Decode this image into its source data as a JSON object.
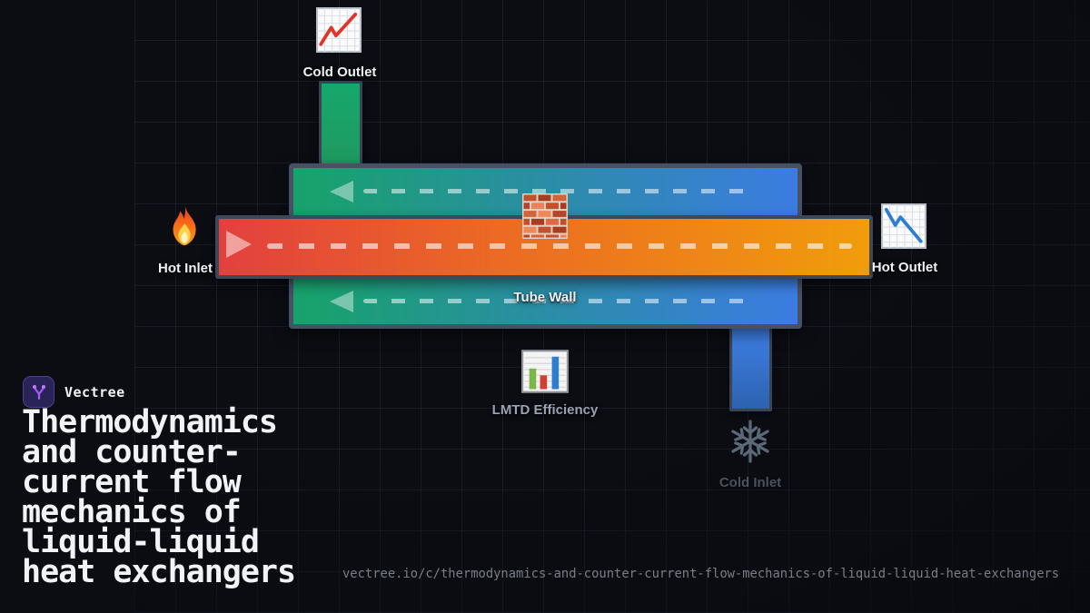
{
  "brand": {
    "name": "Vectree"
  },
  "title": {
    "full": "Thermodynamics and counter-current flow mechanics of liquid-liquid heat exchangers",
    "lines": [
      "Thermodynamics",
      "and counter-",
      "current flow",
      "mechanics of",
      "liquid-liquid",
      "heat exchangers"
    ]
  },
  "footer": {
    "url": "vectree.io/c/thermodynamics-and-counter-current-flow-mechanics-of-liquid-liquid-heat-exchangers"
  },
  "diagram": {
    "labels": {
      "cold_outlet": "Cold Outlet",
      "hot_inlet": "Hot Inlet",
      "hot_outlet": "Hot Outlet",
      "tube_wall": "Tube Wall",
      "lmtd": "LMTD Efficiency",
      "cold_inlet": "Cold Inlet"
    },
    "icons": {
      "cold_outlet": "chart-increasing",
      "hot_inlet": "fire",
      "hot_outlet": "chart-decreasing",
      "tube_wall": "brick",
      "lmtd": "bar-chart",
      "cold_inlet": "snowflake"
    },
    "flows": [
      {
        "name": "hot-stream-tube",
        "direction": "right",
        "style": "dashed"
      },
      {
        "name": "cold-stream-upper-shell",
        "direction": "left",
        "style": "dashed"
      },
      {
        "name": "cold-stream-lower-shell",
        "direction": "left",
        "style": "dashed"
      }
    ],
    "colors": {
      "background": "#0b0d13",
      "shell_start": "#17a369",
      "shell_mid": "#2b8da6",
      "shell_end": "#3c7ce2",
      "tube_start": "#e2403e",
      "tube_mid": "#ec6c22",
      "tube_end": "#f19d0b",
      "cold_outlet_pipe": "#16a76c",
      "cold_inlet_pipe": "#3e80e6",
      "frame_border": "#475164",
      "accent_purple": "#a55cf5"
    }
  }
}
